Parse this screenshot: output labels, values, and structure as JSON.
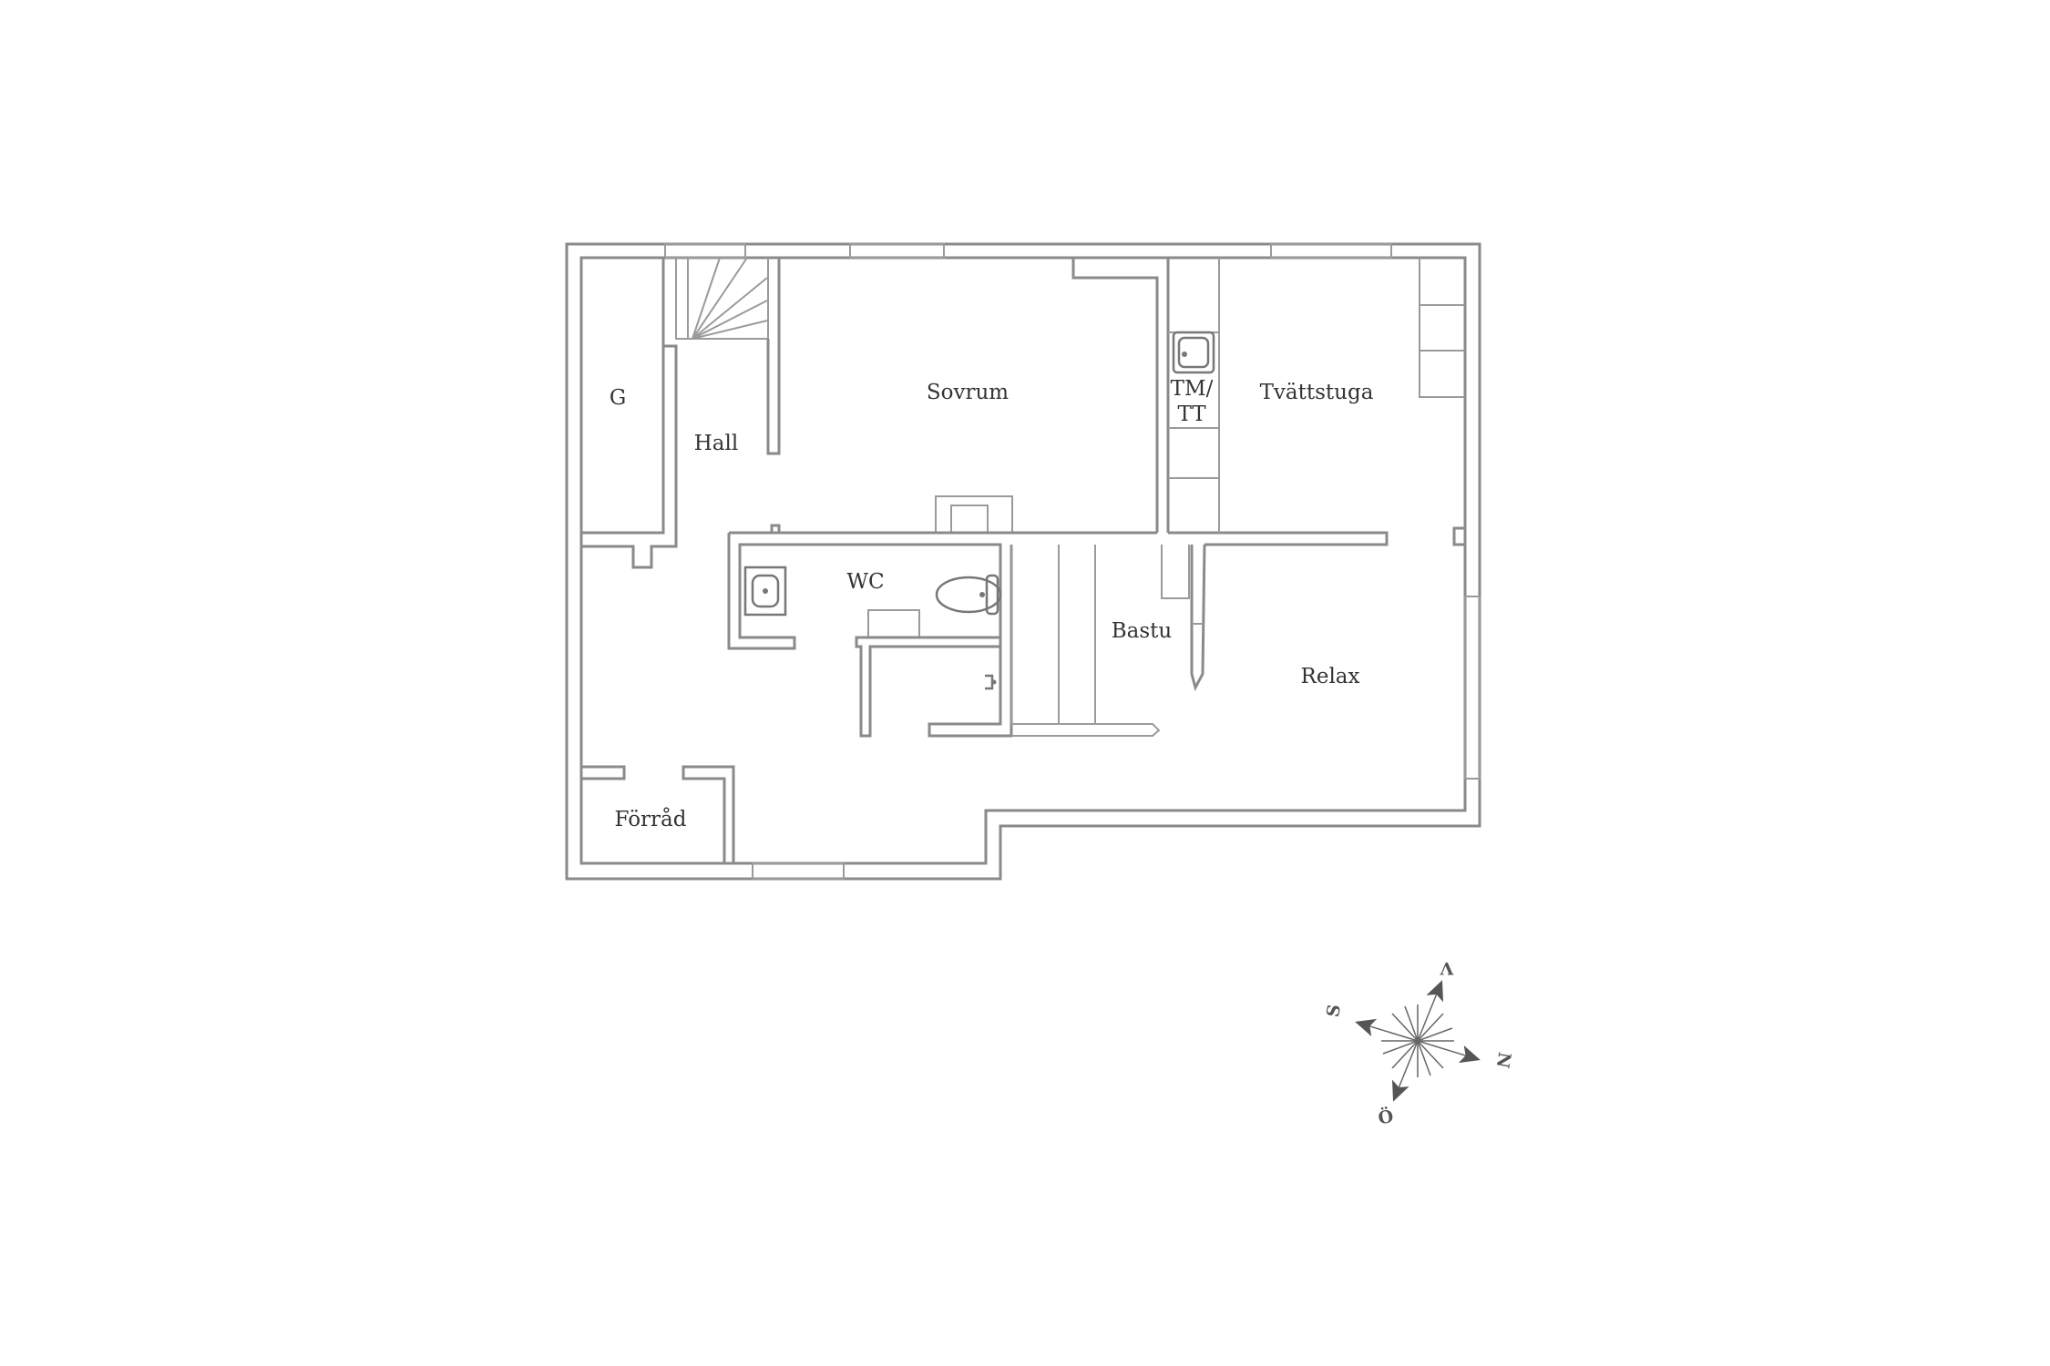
{
  "rooms": {
    "g": "G",
    "hall": "Hall",
    "sovrum": "Sovrum",
    "tm_line1": "TM/",
    "tm_line2": "TT",
    "tvattstuga": "Tvättstuga",
    "wc": "WC",
    "bastu": "Bastu",
    "relax": "Relax",
    "forrad": "Förråd"
  },
  "compass": {
    "v": "V",
    "s": "S",
    "n": "N",
    "o": "Ö"
  },
  "colors": {
    "wall": "#8a8a8a",
    "text": "#333333"
  }
}
